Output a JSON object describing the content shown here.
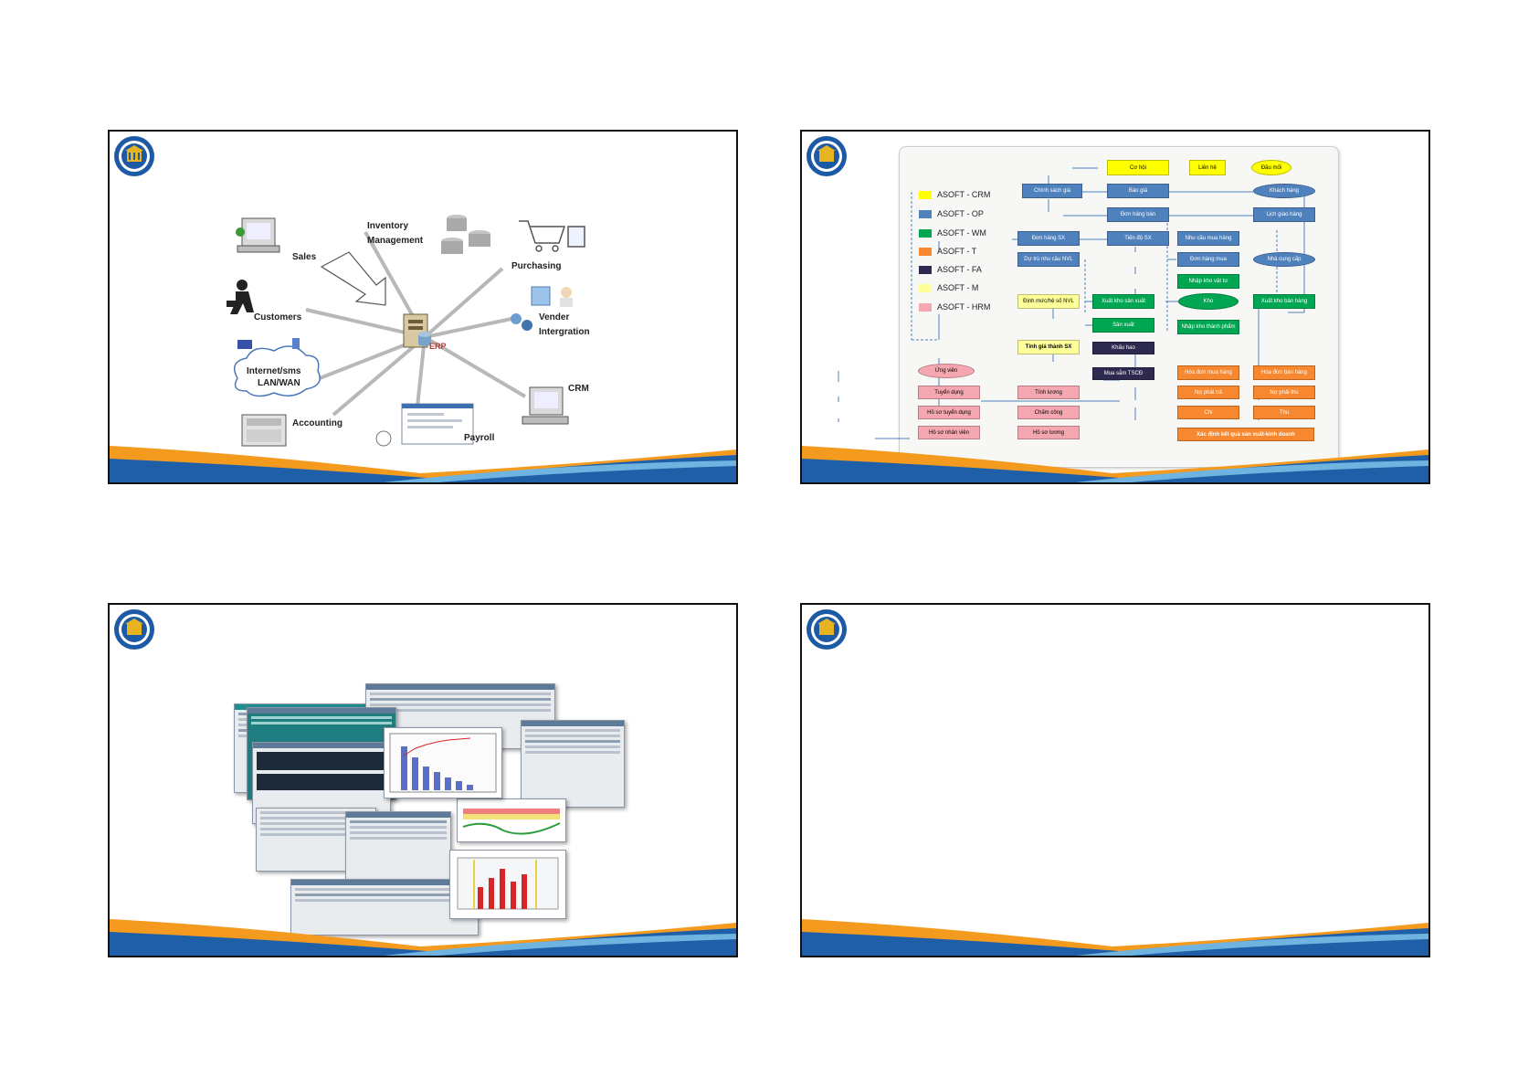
{
  "slide1": {
    "nodes": [
      {
        "id": "inventory",
        "label_line1": "Inventory",
        "label_line2": "Management"
      },
      {
        "id": "sales",
        "label": "Sales"
      },
      {
        "id": "purchasing",
        "label": "Purchasing"
      },
      {
        "id": "customers",
        "label": "Customers"
      },
      {
        "id": "vender",
        "label_line1": "Vender",
        "label_line2": "Intergration"
      },
      {
        "id": "internet",
        "label_line1": "Internet/sms",
        "label_line2": "LAN/WAN"
      },
      {
        "id": "crm",
        "label": "CRM"
      },
      {
        "id": "accounting",
        "label": "Accounting"
      },
      {
        "id": "payroll",
        "label": "Payroll"
      }
    ],
    "center_label": "ERP"
  },
  "slide2": {
    "legend": [
      {
        "label": "ASOFT - CRM",
        "color": "#ffff00"
      },
      {
        "label": "ASOFT - OP",
        "color": "#4f81bd"
      },
      {
        "label": "ASOFT - WM",
        "color": "#00a651"
      },
      {
        "label": "ASOFT - T",
        "color": "#f7882f"
      },
      {
        "label": "ASOFT - FA",
        "color": "#2e2a4f"
      },
      {
        "label": "ASOFT - M",
        "color": "#ffff99"
      },
      {
        "label": "ASOFT - HRM",
        "color": "#f4a7b0"
      }
    ],
    "boxes": {
      "co_hoi": "Cơ hội",
      "lien_he": "Liên hệ",
      "dau_moi": "Đầu mối",
      "chinh_sach_gia": "Chính sách giá",
      "bao_gia": "Báo giá",
      "khach_hang": "Khách hàng",
      "don_hang_ban": "Đơn hàng bán",
      "lich_giao_hang": "Lịch giao hàng",
      "don_hang_sx": "Đơn hàng SX",
      "tien_do_sx": "Tiến độ SX",
      "nhu_cau_mua_hang": "Nhu cầu mua hàng",
      "du_tru_nhu_cau_nvl": "Dự trù nhu cầu NVL",
      "don_hang_mua": "Đơn hàng mua",
      "nha_cung_cap": "Nhà cung cấp",
      "nhap_kho_vat_tu": "Nhập kho vật tư",
      "dinh_muc_nvl": "Định mức/hệ số NVL",
      "xuat_kho_san_xuat": "Xuất kho sản xuất",
      "kho": "Kho",
      "xuat_kho_ban_hang": "Xuất kho bán hàng",
      "san_xuat": "Sản xuất",
      "nhap_kho_thanh_pham": "Nhập kho thành phẩm",
      "tinh_gia_thanh_sx": "Tính giá thành SX",
      "khau_hao": "Khấu hao",
      "ung_vien": "Ứng viên",
      "mua_sam_tscd": "Mua sắm TSCĐ",
      "hoa_don_mua_hang": "Hóa đơn mua hàng",
      "hoa_don_ban_hang": "Hóa đơn bán hàng",
      "tuyen_dung": "Tuyển dụng",
      "tinh_luong": "Tính lương",
      "no_phai_tra": "Nợ phải trả",
      "no_phai_thu": "Nợ phải thu",
      "ho_so_tuyen_dung": "Hồ sơ tuyển dụng",
      "cham_cong": "Chấm công",
      "chi": "Chi",
      "thu": "Thu",
      "ho_so_nhan_vien": "Hồ sơ nhân viên",
      "ho_so_luong": "Hồ sơ lương",
      "xac_dinh_kq": "Xác định kết quả sản xuất-kinh doanh"
    }
  },
  "colors": {
    "wave_blue": "#1f5fa8",
    "wave_orange": "#f39a1f",
    "wave_light": "#6fb3e0",
    "logo_blue": "#1d5aa6",
    "logo_gold": "#e8b321"
  }
}
